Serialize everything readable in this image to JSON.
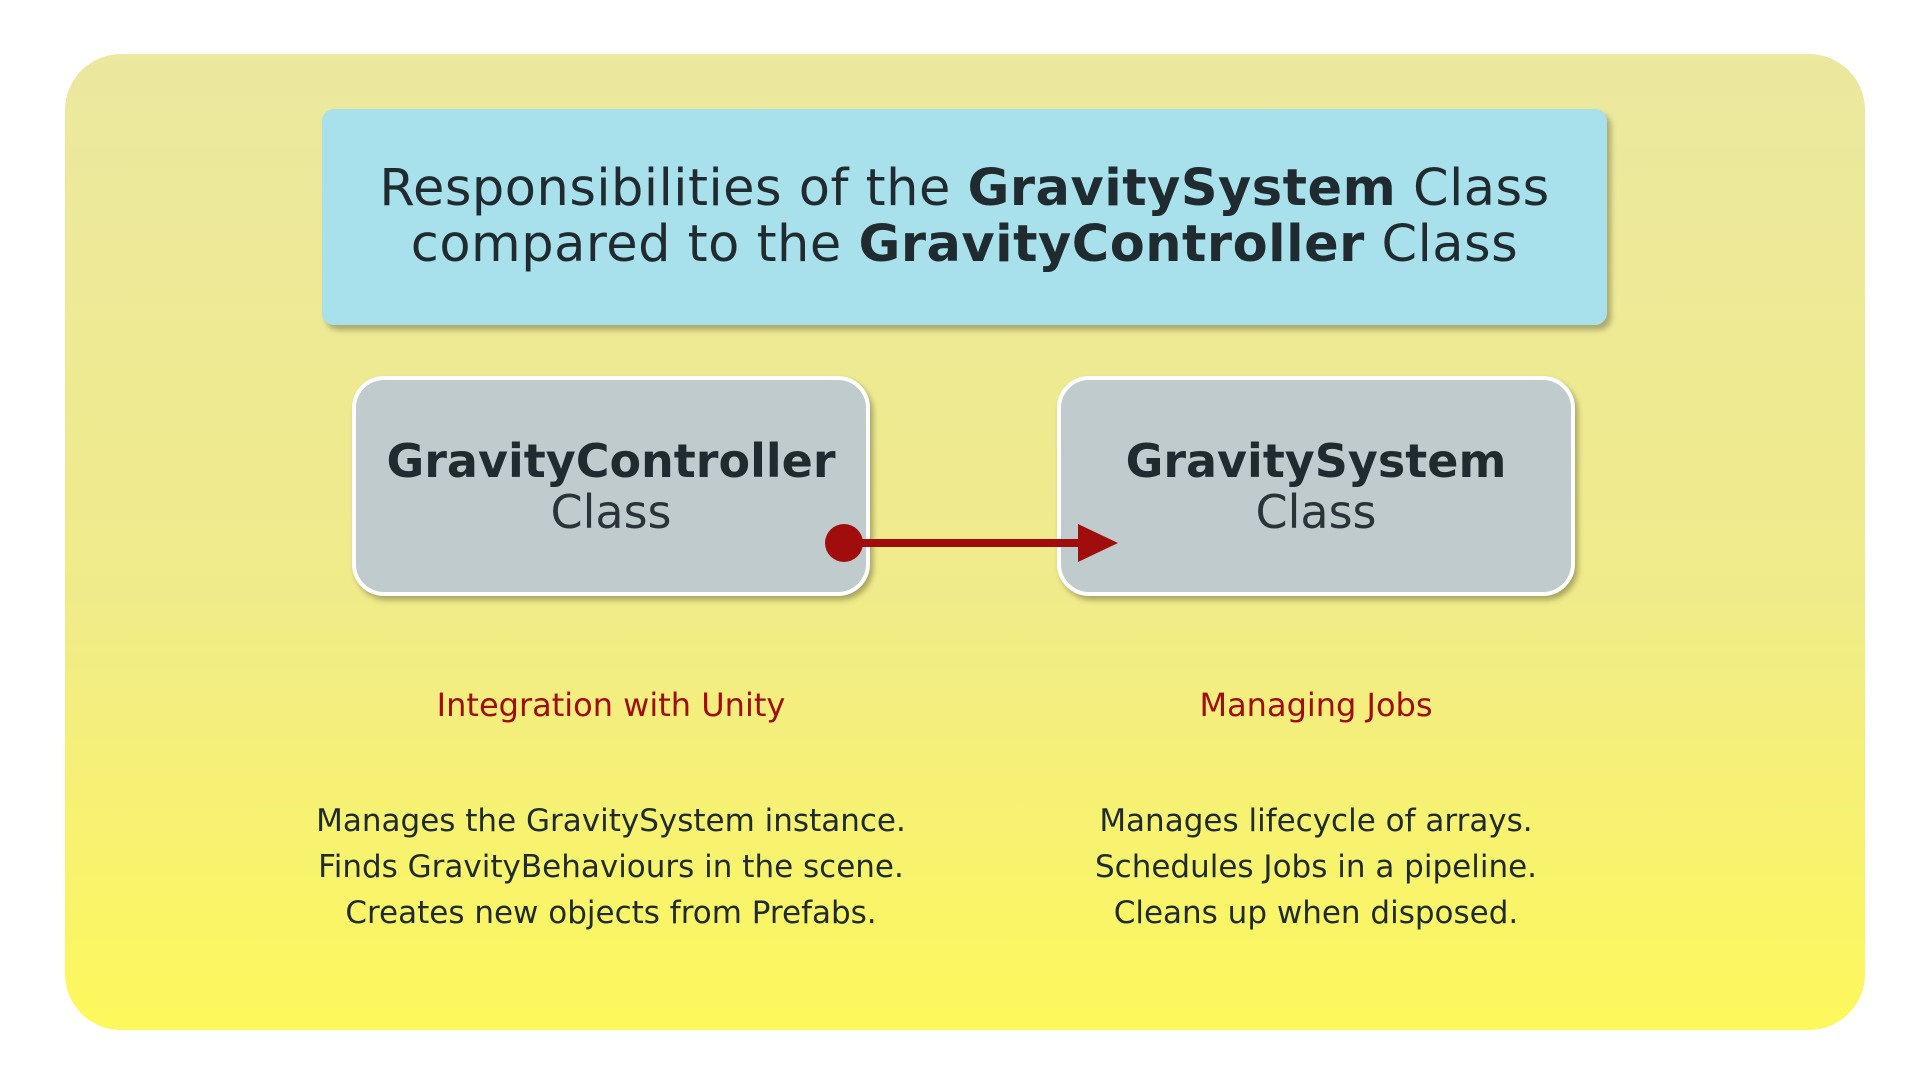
{
  "title": {
    "line1_pre": "Responsibilities of the ",
    "line1_bold": "GravitySystem",
    "line1_post": " Class",
    "line2_pre": "compared to the ",
    "line2_bold": "GravityController",
    "line2_post": " Class"
  },
  "left": {
    "class_name": "GravityController",
    "class_suffix": "Class",
    "heading": "Integration with Unity",
    "lines": [
      "Manages the GravitySystem instance.",
      "Finds GravityBehaviours in the scene.",
      "Creates new objects from Prefabs."
    ]
  },
  "right": {
    "class_name": "GravitySystem",
    "class_suffix": "Class",
    "heading": "Managing Jobs",
    "lines": [
      "Manages lifecycle of arrays.",
      "Schedules Jobs in a pipeline.",
      "Cleans up when disposed."
    ]
  },
  "colors": {
    "panel_top": "#ebe89f",
    "panel_bottom": "#fdf85b",
    "title_bg": "#a8e0ec",
    "class_bg": "#bfcbcc",
    "accent_red": "#a10d0d",
    "text_dark": "#1f2b2f"
  }
}
